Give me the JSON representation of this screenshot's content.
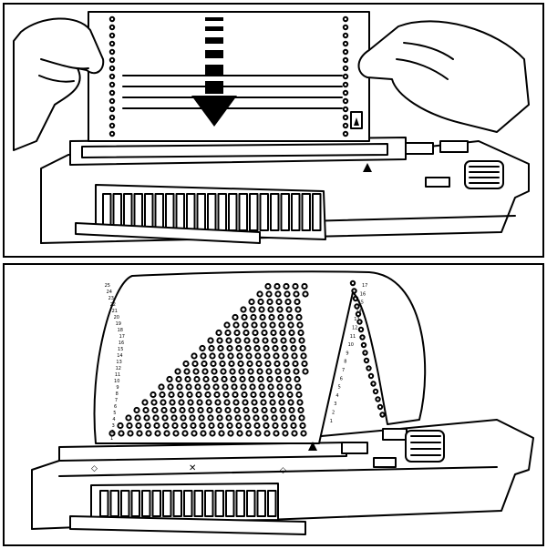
{
  "panels": [
    {
      "id": "top",
      "content": "feeding sheet into braille writer"
    },
    {
      "id": "bottom",
      "content": "sheet rolled into braille writer"
    }
  ],
  "left_margin_numbers": [
    "25",
    "24",
    "23",
    "22",
    "21",
    "20",
    "19",
    "18",
    "17",
    "16",
    "15",
    "14",
    "13",
    "12",
    "11",
    "10",
    "9",
    "8",
    "7",
    "6",
    "5",
    "4",
    "3",
    "2",
    "1"
  ],
  "right_margin_numbers": [
    "17",
    "16",
    "15",
    "14",
    "13",
    "12",
    "11",
    "10",
    "9",
    "8",
    "7",
    "6",
    "5",
    "4",
    "3",
    "2",
    "1"
  ]
}
